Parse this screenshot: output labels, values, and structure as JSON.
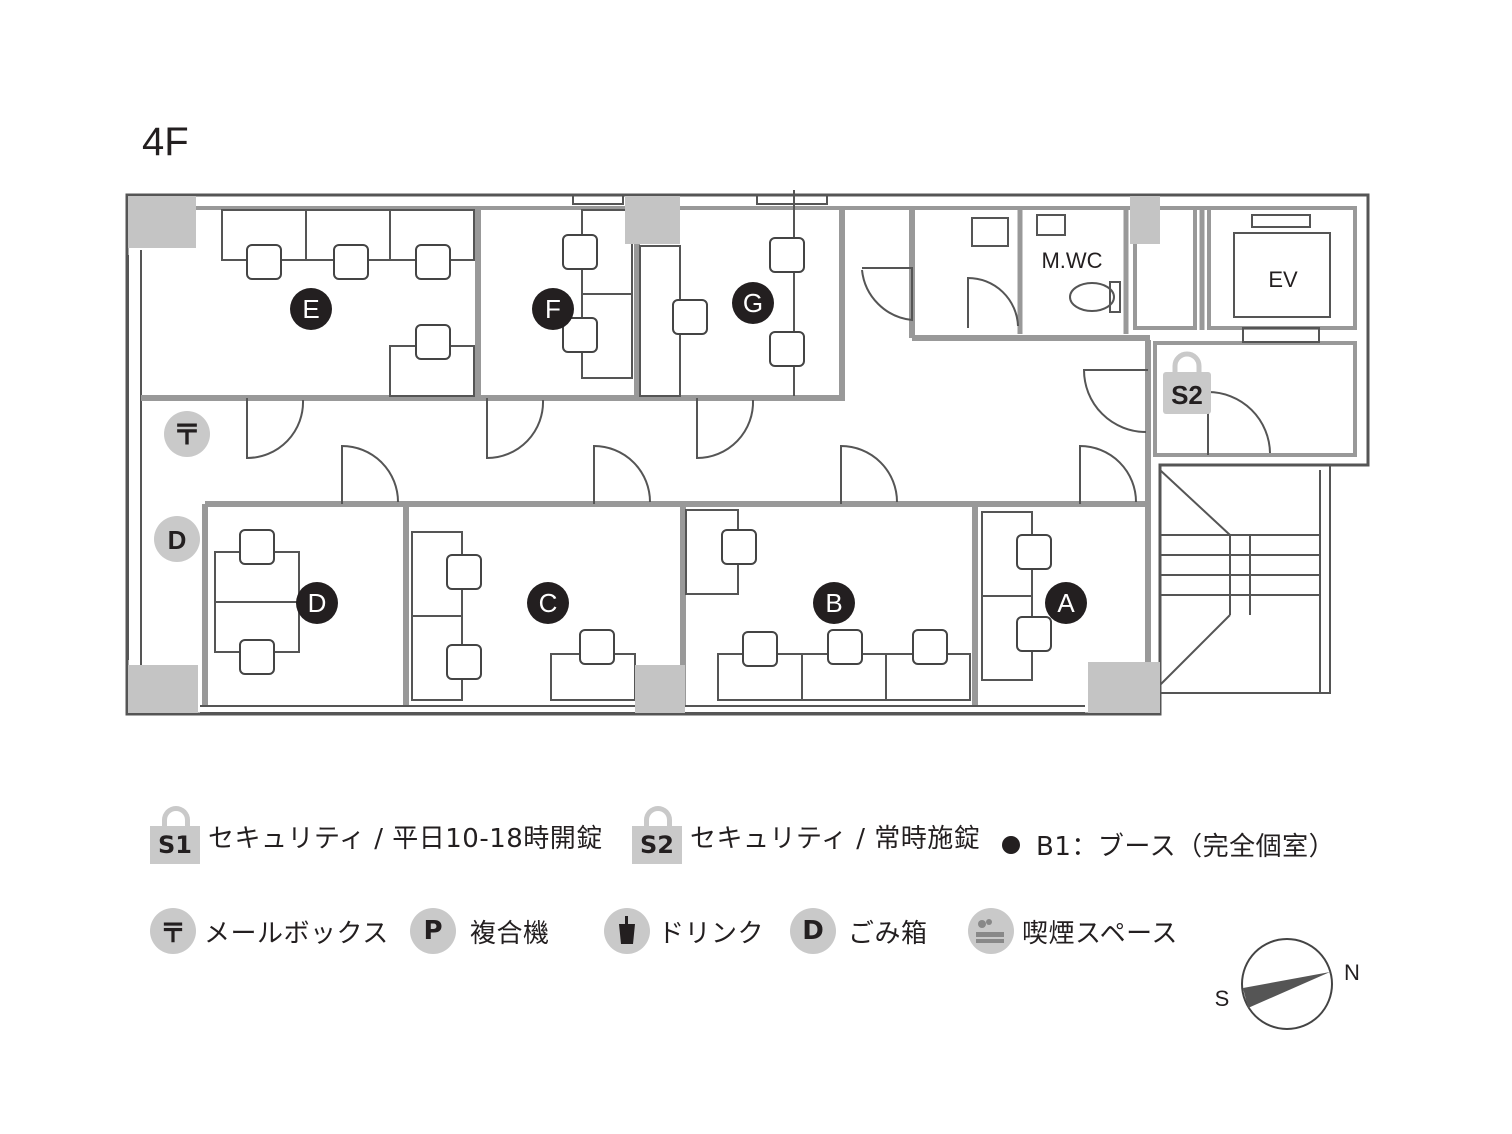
{
  "floor": {
    "label": "4F"
  },
  "rooms": {
    "A": "A",
    "B": "B",
    "C": "C",
    "D": "D",
    "E": "E",
    "F": "F",
    "G": "G"
  },
  "fixtures": {
    "mwc": "M.WC",
    "ev": "EV",
    "s2_badge": "S2",
    "mail_badge": "〒",
    "trash_badge": "D"
  },
  "legend": {
    "s1": {
      "badge": "S1",
      "text": "セキュリティ / 平日10-18時開錠"
    },
    "s2": {
      "badge": "S2",
      "text": "セキュリティ / 常時施錠"
    },
    "booth": {
      "text": "B1：ブース（完全個室）"
    },
    "mailbox": {
      "badge": "〒",
      "text": "メールボックス"
    },
    "copier": {
      "badge": "P",
      "text": "複合機"
    },
    "drink": {
      "icon": "cup-icon",
      "text": "ドリンク"
    },
    "trash": {
      "badge": "D",
      "text": "ごみ箱"
    },
    "smoking": {
      "icon": "smoking-icon",
      "text": "喫煙スペース"
    }
  },
  "compass": {
    "north": "N",
    "south": "S"
  },
  "colors": {
    "wall": "#999999",
    "pillar": "#c4c4c4",
    "line": "#3a3a3a",
    "badge_gray": "#c9c9c9",
    "marker": "#231f20"
  }
}
